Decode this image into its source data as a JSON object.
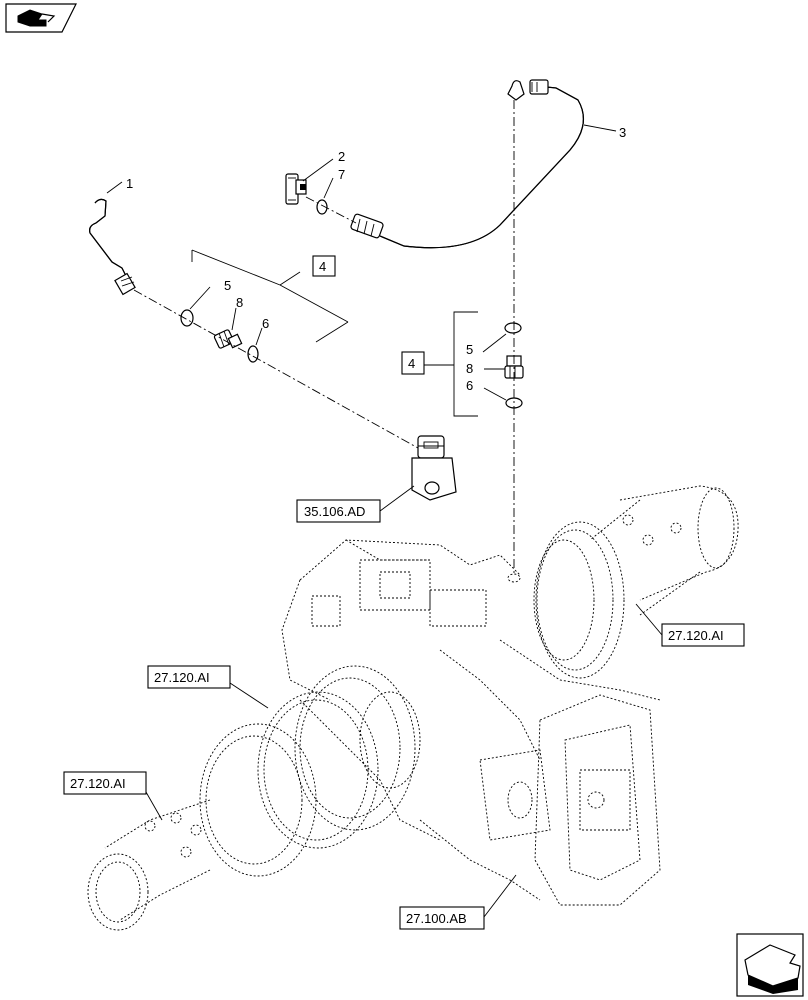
{
  "callouts": {
    "c1": "1",
    "c2": "2",
    "c3": "3",
    "c7": "7",
    "c4_left": "4",
    "c5_left": "5",
    "c8_left": "8",
    "c6_left": "6",
    "c4_right": "4",
    "c5_right": "5",
    "c8_right": "8",
    "c6_right": "6"
  },
  "references": {
    "r_35106": "35.106.AD",
    "r_27120_right": "27.120.AI",
    "r_27120_mid": "27.120.AI",
    "r_27120_left": "27.120.AI",
    "r_27100": "27.100.AB"
  },
  "icons": {
    "top_left": "previous-page-arrow-icon",
    "bottom_right": "next-page-arrow-icon"
  }
}
